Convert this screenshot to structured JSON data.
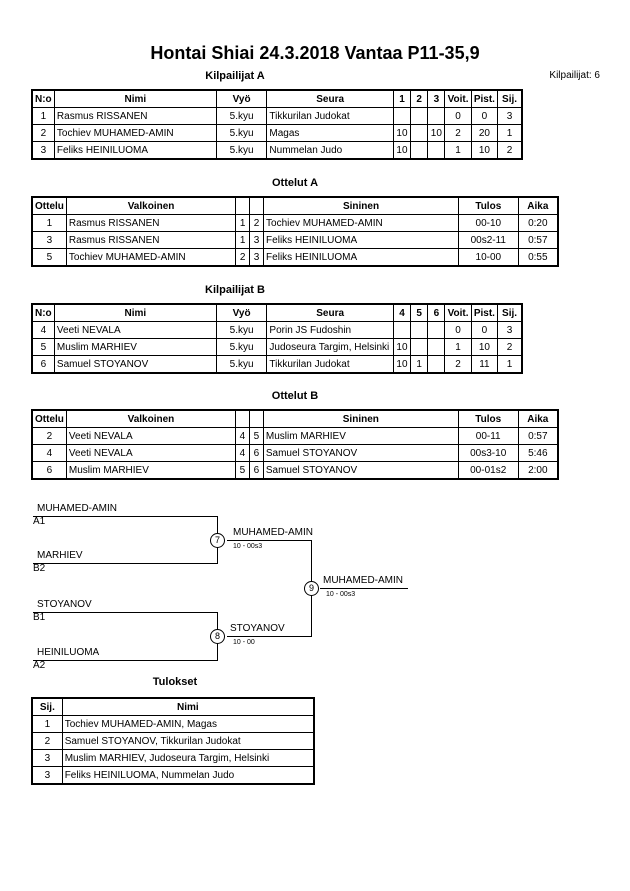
{
  "title": "Hontai Shiai  24.3.2018  Vantaa   P11-35,9",
  "competitor_count": "Kilpailijat: 6",
  "pool_a": {
    "heading": "Kilpailijat A",
    "headers": [
      "N:o",
      "Nimi",
      "Vyö",
      "Seura",
      "1",
      "2",
      "3",
      "Voit.",
      "Pist.",
      "Sij."
    ],
    "rows": [
      [
        "1",
        "Rasmus RISSANEN",
        "5.kyu",
        "Tikkurilan Judokat",
        "",
        "",
        "",
        "0",
        "0",
        "3"
      ],
      [
        "2",
        "Tochiev MUHAMED-AMIN",
        "5.kyu",
        "Magas",
        "10",
        "",
        "10",
        "2",
        "20",
        "1"
      ],
      [
        "3",
        "Feliks HEINILUOMA",
        "5.kyu",
        "Nummelan Judo",
        "10",
        "",
        "",
        "1",
        "10",
        "2"
      ]
    ]
  },
  "matches_a": {
    "heading": "Ottelut A",
    "headers": [
      "Ottelu",
      "Valkoinen",
      "",
      "",
      "Sininen",
      "Tulos",
      "Aika"
    ],
    "rows": [
      [
        "1",
        "Rasmus RISSANEN",
        "1",
        "2",
        "Tochiev MUHAMED-AMIN",
        "00-10",
        "0:20"
      ],
      [
        "3",
        "Rasmus RISSANEN",
        "1",
        "3",
        "Feliks HEINILUOMA",
        "00s2-11",
        "0:57"
      ],
      [
        "5",
        "Tochiev MUHAMED-AMIN",
        "2",
        "3",
        "Feliks HEINILUOMA",
        "10-00",
        "0:55"
      ]
    ]
  },
  "pool_b": {
    "heading": "Kilpailijat B",
    "headers": [
      "N:o",
      "Nimi",
      "Vyö",
      "Seura",
      "4",
      "5",
      "6",
      "Voit.",
      "Pist.",
      "Sij."
    ],
    "rows": [
      [
        "4",
        "Veeti NEVALA",
        "5.kyu",
        "Porin JS Fudoshin",
        "",
        "",
        "",
        "0",
        "0",
        "3"
      ],
      [
        "5",
        "Muslim MARHIEV",
        "5.kyu",
        "Judoseura Targim, Helsinki",
        "10",
        "",
        "",
        "1",
        "10",
        "2"
      ],
      [
        "6",
        "Samuel STOYANOV",
        "5.kyu",
        "Tikkurilan Judokat",
        "10",
        "1",
        "",
        "2",
        "11",
        "1"
      ]
    ]
  },
  "matches_b": {
    "heading": "Ottelut B",
    "headers": [
      "Ottelu",
      "Valkoinen",
      "",
      "",
      "Sininen",
      "Tulos",
      "Aika"
    ],
    "rows": [
      [
        "2",
        "Veeti NEVALA",
        "4",
        "5",
        "Muslim MARHIEV",
        "00-11",
        "0:57"
      ],
      [
        "4",
        "Veeti NEVALA",
        "4",
        "6",
        "Samuel STOYANOV",
        "00s3-10",
        "5:46"
      ],
      [
        "6",
        "Muslim MARHIEV",
        "5",
        "6",
        "Samuel STOYANOV",
        "00-01s2",
        "2:00"
      ]
    ]
  },
  "bracket": {
    "s1_top_name": "MUHAMED-AMIN",
    "s1_top_seed": "A1",
    "s1_bot_name": "MARHIEV",
    "s1_bot_seed": "B2",
    "s2_top_name": "STOYANOV",
    "s2_top_seed": "B1",
    "s2_bot_name": "HEINILUOMA",
    "s2_bot_seed": "A2",
    "m7_no": "7",
    "m7_winner": "MUHAMED-AMIN",
    "m7_score": "10 - 00s3",
    "m8_no": "8",
    "m8_winner": "STOYANOV",
    "m8_score": "10 - 00",
    "m9_no": "9",
    "m9_winner": "MUHAMED-AMIN",
    "m9_score": "10 - 00s3"
  },
  "results": {
    "heading": "Tulokset",
    "headers": [
      "Sij.",
      "Nimi"
    ],
    "rows": [
      [
        "1",
        "Tochiev MUHAMED-AMIN, Magas"
      ],
      [
        "2",
        "Samuel STOYANOV, Tikkurilan Judokat"
      ],
      [
        "3",
        "Muslim MARHIEV, Judoseura Targim, Helsinki"
      ],
      [
        "3",
        "Feliks HEINILUOMA, Nummelan Judo"
      ]
    ]
  }
}
